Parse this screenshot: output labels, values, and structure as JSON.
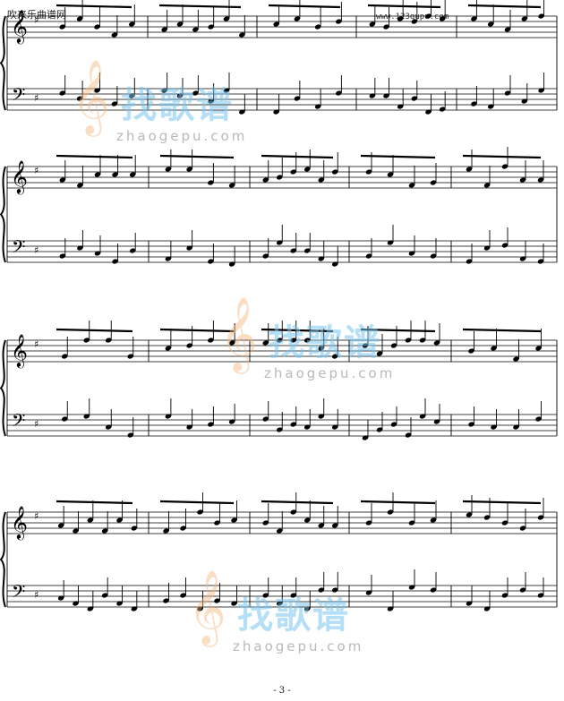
{
  "header": {
    "site_left": "吹来乐曲谱网",
    "site_right": "www.123qupu.com"
  },
  "watermark": {
    "brand": "找歌谱",
    "domain": "zhaogepu.com"
  },
  "footer": {
    "page_number": "- 3 -"
  },
  "colors": {
    "watermark_blue": "#77c5f0",
    "watermark_orange": "#f3a15a"
  }
}
